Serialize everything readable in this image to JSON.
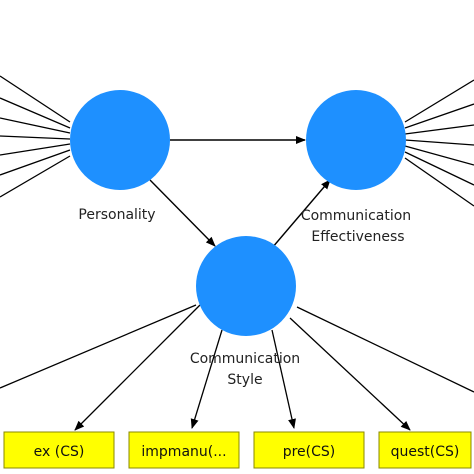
{
  "diagram": {
    "colors": {
      "construct_fill": "#1e90ff",
      "indicator_fill": "#ffff00",
      "indicator_border": "#8a8a00",
      "line": "#000000"
    },
    "constructs": {
      "personality": {
        "label": "Personality"
      },
      "effectiveness": {
        "label_line1": "Communication",
        "label_line2": "Effectiveness"
      },
      "style": {
        "label_line1": "Communication",
        "label_line2": "Style"
      }
    },
    "indicators": [
      {
        "label": "ex (CS)"
      },
      {
        "label": "impmanu(..."
      },
      {
        "label": "pre(CS)"
      },
      {
        "label": "quest(CS)"
      }
    ]
  }
}
